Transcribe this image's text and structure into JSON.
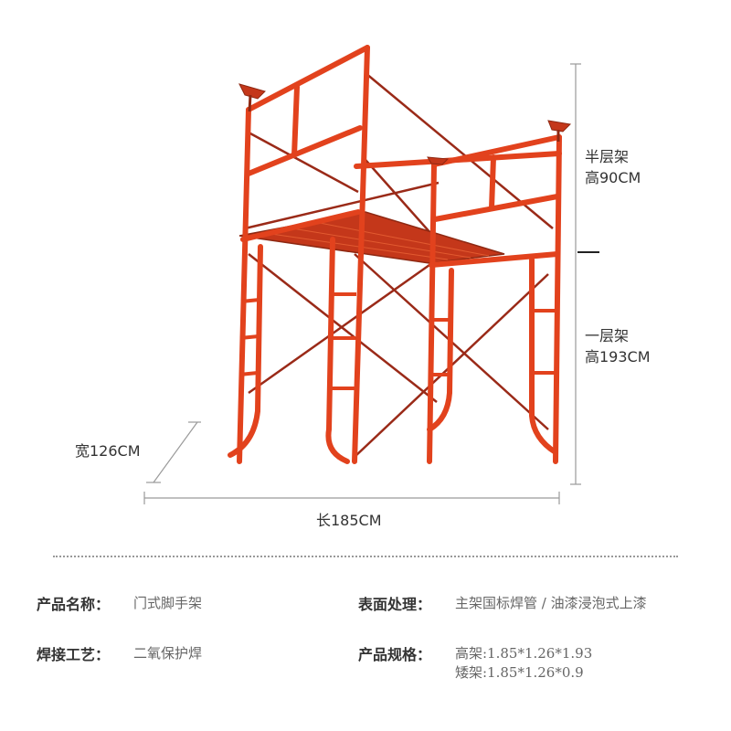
{
  "dimensions": {
    "half_frame_label": "半层架",
    "half_frame_height": "高90CM",
    "first_frame_label": "一层架",
    "first_frame_height": "高193CM",
    "width": "宽126CM",
    "length": "长185CM"
  },
  "specs": {
    "product_name_key": "产品名称：",
    "product_name_val": "门式脚手架",
    "surface_key": "表面处理：",
    "surface_val": "主架国标焊管 / 油漆浸泡式上漆",
    "welding_key": "焊接工艺：",
    "welding_val": "二氧保护焊",
    "spec_key": "产品规格：",
    "spec_high": "高架:1.85*1.26*1.93",
    "spec_low": "矮架:1.85*1.26*0.9"
  },
  "colors": {
    "frame": "#e2421d",
    "frame_dark": "#b83214",
    "brace": "#9a2a18",
    "dim_line": "#9a9a9a"
  }
}
